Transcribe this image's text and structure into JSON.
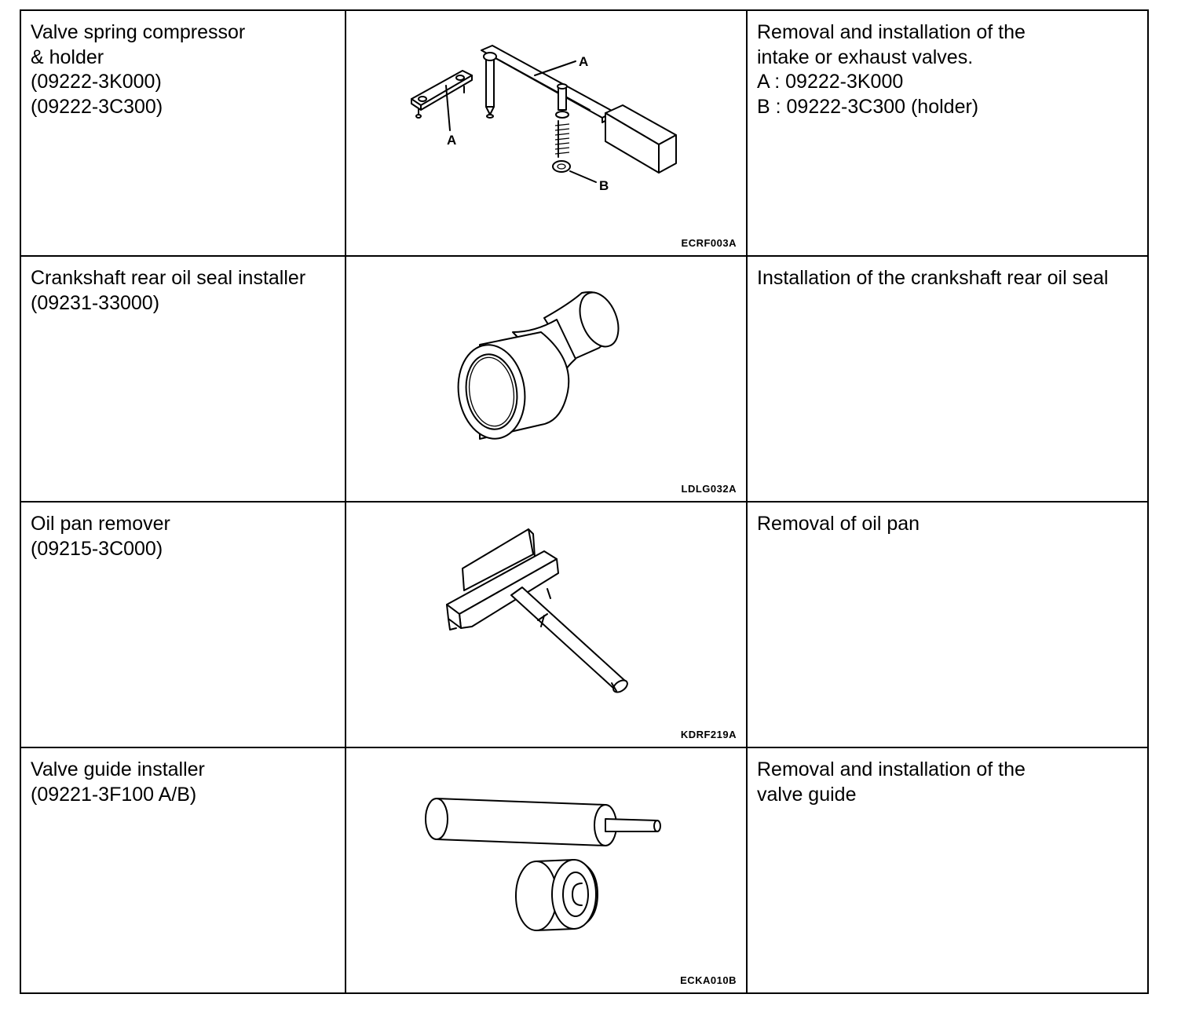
{
  "tools": [
    {
      "name": "Valve spring compressor\n & holder\n(09222-3K000)\n(09222-3C300)",
      "figure_icon": "valve-spring-compressor-icon",
      "figure_code": "ECRF003A",
      "callouts": {
        "a1": "A",
        "a2": "A",
        "b": "B"
      },
      "use": "Removal and installation of the\nintake or exhaust valves.\nA : 09222-3K000\nB : 09222-3C300 (holder)"
    },
    {
      "name": "Crankshaft rear oil seal installer\n(09231-33000)",
      "figure_icon": "oil-seal-installer-icon",
      "figure_code": "LDLG032A",
      "use": "Installation of the crankshaft rear oil seal"
    },
    {
      "name": "Oil pan remover\n(09215-3C000)",
      "figure_icon": "oil-pan-remover-icon",
      "figure_code": "KDRF219A",
      "use": "Removal of oil pan"
    },
    {
      "name": "Valve guide installer\n(09221-3F100 A/B)",
      "figure_icon": "valve-guide-installer-icon",
      "figure_code": "ECKA010B",
      "use": "Removal and installation of the\nvalve guide"
    }
  ]
}
